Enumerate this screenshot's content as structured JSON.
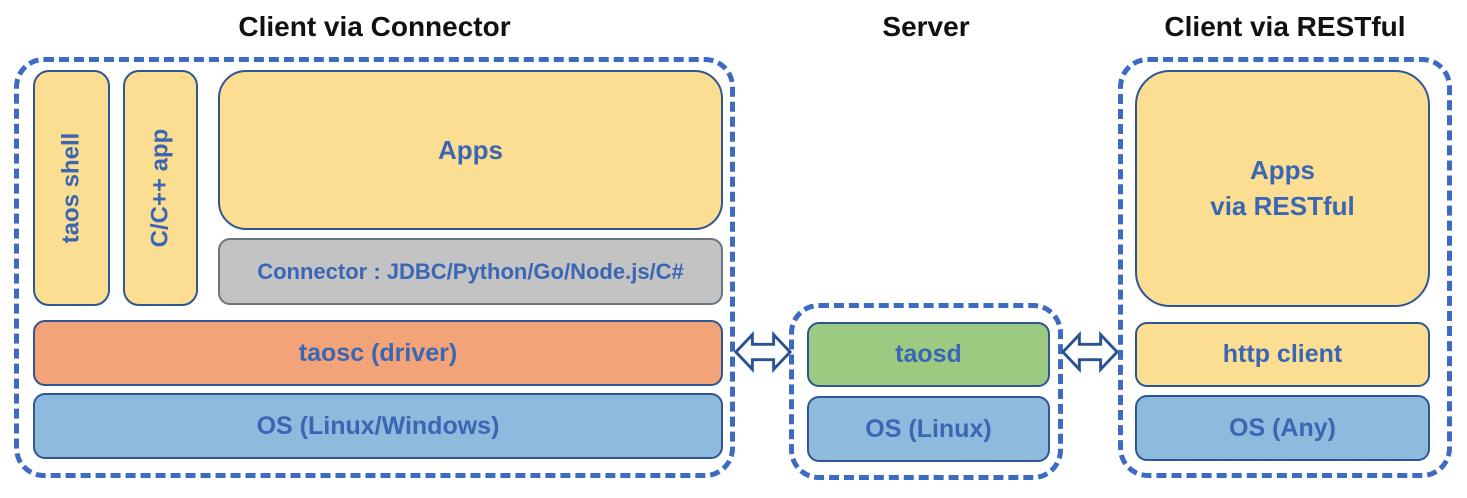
{
  "sections": [
    {
      "title": "Client via Connector",
      "boxes": {
        "taos_shell": "taos shell",
        "cpp_app": "C/C++ app",
        "apps": "Apps",
        "connector": "Connector : JDBC/Python/Go/Node.js/C#",
        "taosc": "taosc (driver)",
        "os": "OS (Linux/Windows)"
      }
    },
    {
      "title": "Server",
      "boxes": {
        "taosd": "taosd",
        "os": "OS (Linux)"
      }
    },
    {
      "title": "Client via RESTful",
      "boxes": {
        "apps_line1": "Apps",
        "apps_line2": "via RESTful",
        "http_client": "http client",
        "os": "OS (Any)"
      }
    }
  ],
  "colors": {
    "dashed_border": "#3E6BC2",
    "box_border": "#2E5695",
    "label_blue": "#3A66B4",
    "yellow_fill": "#FBDE92",
    "orange_fill": "#F2A377",
    "light_blue_fill": "#8EBADD",
    "green_fill": "#9CCA80",
    "gray_fill": "#C3C3C3",
    "title_color": "#111111"
  }
}
